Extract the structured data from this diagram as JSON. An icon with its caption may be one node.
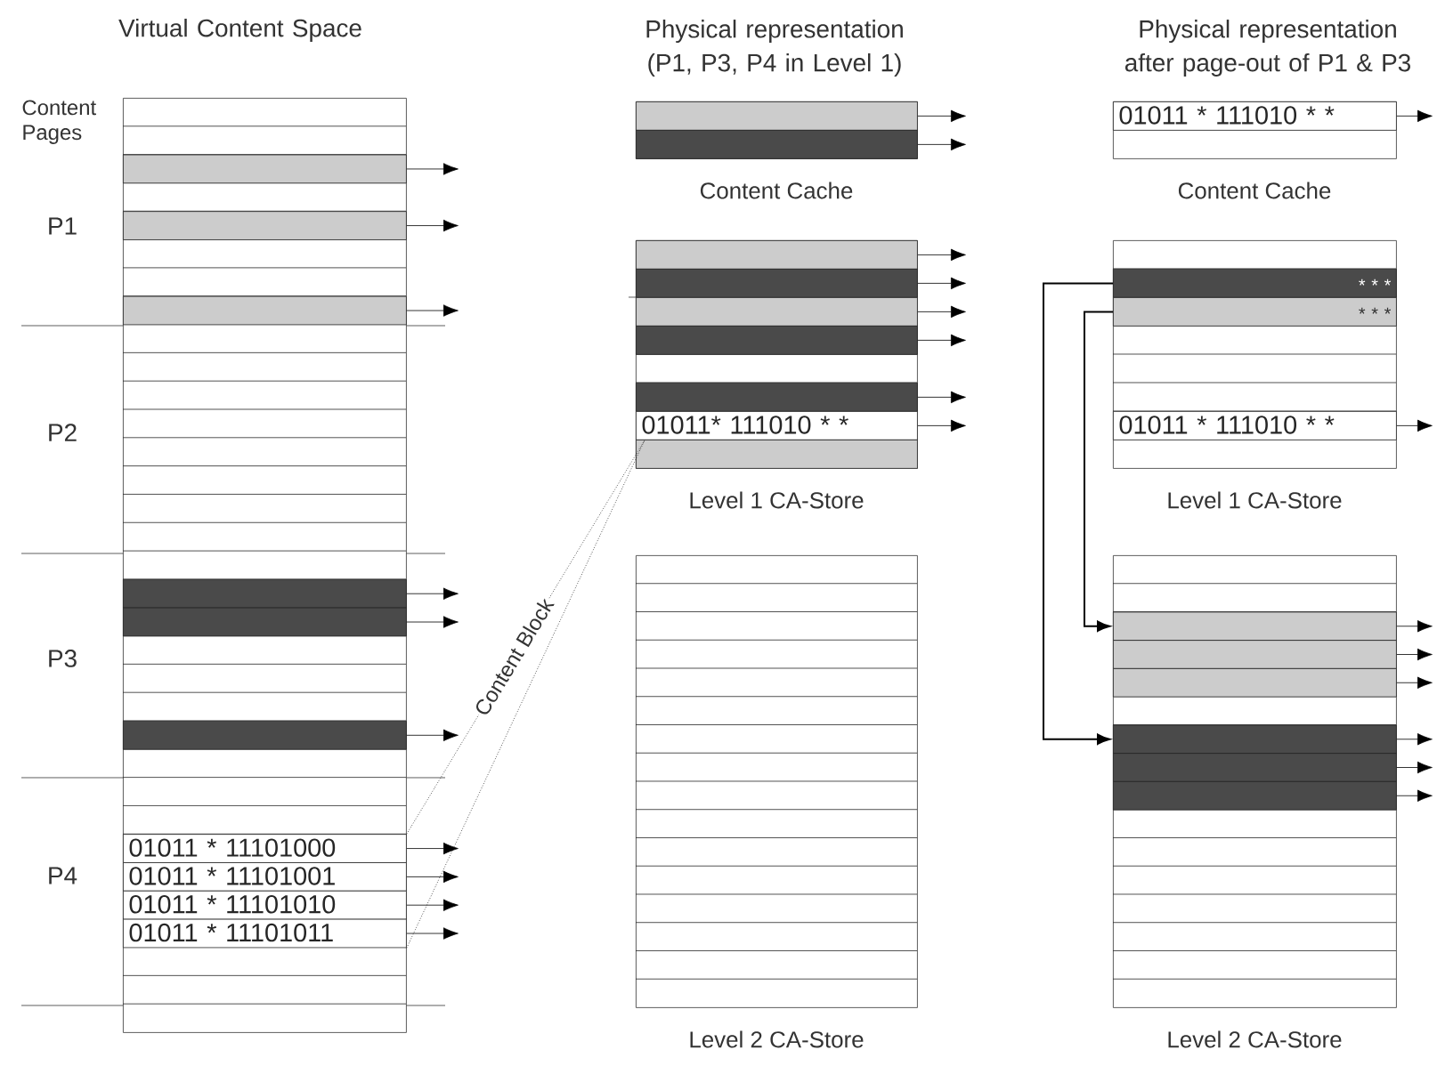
{
  "diagram": {
    "nodes": [
      {
        "text": [],
        "shape": "box"
      },
      {
        "text": [],
        "shape": "bar",
        "in": 0
      },
      {
        "text": [],
        "shape": "bar",
        "in": 0
      },
      {
        "text": [],
        "shape": "bar",
        "in": 0
      },
      {
        "text": [],
        "shape": "bar",
        "in": 0
      },
      {
        "text": [],
        "shape": "bar",
        "in": 0
      },
      {
        "text": [],
        "shape": "bar",
        "in": 0
      },
      {
        "text": [
          "01011 * 11101000"
        ],
        "in": 0
      },
      {
        "text": [
          "01011 * 11101001"
        ],
        "in": 0
      },
      {
        "text": [
          "01011 * 11101010"
        ],
        "in": 0
      },
      {
        "text": [
          "01011 * 11101011"
        ],
        "in": 0
      },
      {
        "text": [],
        "shape": "box",
        "beside": [
          "Content Cache"
        ]
      },
      {
        "text": [],
        "shape": "bar",
        "in": 11
      },
      {
        "text": [],
        "shape": "bar",
        "in": 11
      },
      {
        "text": [],
        "shape": "box",
        "beside": [
          "Level 1 CA-Store"
        ]
      },
      {
        "text": [],
        "shape": "bar",
        "in": 14
      },
      {
        "text": [],
        "shape": "bar",
        "in": 14
      },
      {
        "text": [],
        "shape": "bar",
        "in": 14
      },
      {
        "text": [],
        "shape": "bar",
        "in": 14
      },
      {
        "text": [],
        "shape": "bar",
        "in": 14
      },
      {
        "text": [
          "01011* 111010 * *"
        ],
        "in": 14
      },
      {
        "text": [],
        "shape": "bar",
        "in": 14
      },
      {
        "text": [],
        "shape": "box",
        "beside": [
          "Level 2 CA-Store"
        ]
      },
      {
        "text": [],
        "shape": "box",
        "beside": [
          "Content Cache"
        ]
      },
      {
        "text": [
          "01011 * 111010 * *"
        ],
        "in": 23
      },
      {
        "text": [],
        "shape": "box",
        "beside": [
          "Level 1 CA-Store"
        ]
      },
      {
        "text": [
          "* * *"
        ],
        "in": 25
      },
      {
        "text": [
          "* * *"
        ],
        "in": 25
      },
      {
        "text": [
          "01011 * 111010 * *"
        ],
        "in": 25
      },
      {
        "text": [],
        "shape": "box",
        "beside": [
          "Level 2 CA-Store"
        ]
      },
      {
        "text": [],
        "shape": "bar",
        "in": 29
      },
      {
        "text": [],
        "shape": "bar",
        "in": 29
      },
      {
        "text": [],
        "shape": "bar",
        "in": 29
      },
      {
        "text": [],
        "shape": "bar",
        "in": 29
      },
      {
        "text": [],
        "shape": "bar",
        "in": 29
      },
      {
        "text": [],
        "shape": "bar",
        "in": 29
      }
    ],
    "edges": [
      {
        "from": 1,
        "to": null,
        "arrow": "to"
      },
      {
        "from": 2,
        "to": null,
        "arrow": "to"
      },
      {
        "from": 3,
        "to": null,
        "arrow": "to"
      },
      {
        "from": 4,
        "to": null,
        "arrow": "to"
      },
      {
        "from": 5,
        "to": null,
        "arrow": "to"
      },
      {
        "from": 6,
        "to": null,
        "arrow": "to"
      },
      {
        "from": 7,
        "to": null,
        "arrow": "to"
      },
      {
        "from": 8,
        "to": null,
        "arrow": "to"
      },
      {
        "from": 9,
        "to": null,
        "arrow": "to"
      },
      {
        "from": 10,
        "to": null,
        "arrow": "to"
      },
      {
        "from": 12,
        "to": null,
        "arrow": "to"
      },
      {
        "from": 13,
        "to": null,
        "arrow": "to"
      },
      {
        "from": 15,
        "to": null,
        "arrow": "to"
      },
      {
        "from": 16,
        "to": null,
        "arrow": "to"
      },
      {
        "from": 17,
        "to": null,
        "arrow": "to"
      },
      {
        "from": 18,
        "to": null,
        "arrow": "to"
      },
      {
        "from": 19,
        "to": null,
        "arrow": "to"
      },
      {
        "from": 20,
        "to": null,
        "arrow": "to"
      },
      {
        "from": 24,
        "to": null,
        "arrow": "to"
      },
      {
        "from": 28,
        "to": null,
        "arrow": "to"
      },
      {
        "from": 30,
        "to": null,
        "arrow": "to"
      },
      {
        "from": 31,
        "to": null,
        "arrow": "to"
      },
      {
        "from": 32,
        "to": null,
        "arrow": "to"
      },
      {
        "from": 33,
        "to": null,
        "arrow": "to"
      },
      {
        "from": 34,
        "to": null,
        "arrow": "to"
      },
      {
        "from": 35,
        "to": null,
        "arrow": "to"
      },
      {
        "from": 7,
        "to": 20,
        "arrow": "none",
        "style": "dashed",
        "label": "Content Block"
      },
      {
        "from": 10,
        "to": 20,
        "arrow": "none",
        "style": "dashed"
      },
      {
        "from": 26,
        "to": 33,
        "arrow": "to"
      },
      {
        "from": 27,
        "to": 30,
        "arrow": "to"
      }
    ],
    "labels": [
      "Virtual Content Space",
      "Physical representation (P1, P3, P4 in Level 1)",
      "Physical representation after page-out of P1 & P3",
      "Content Pages",
      "P1",
      "P2",
      "P3",
      "P4"
    ]
  }
}
